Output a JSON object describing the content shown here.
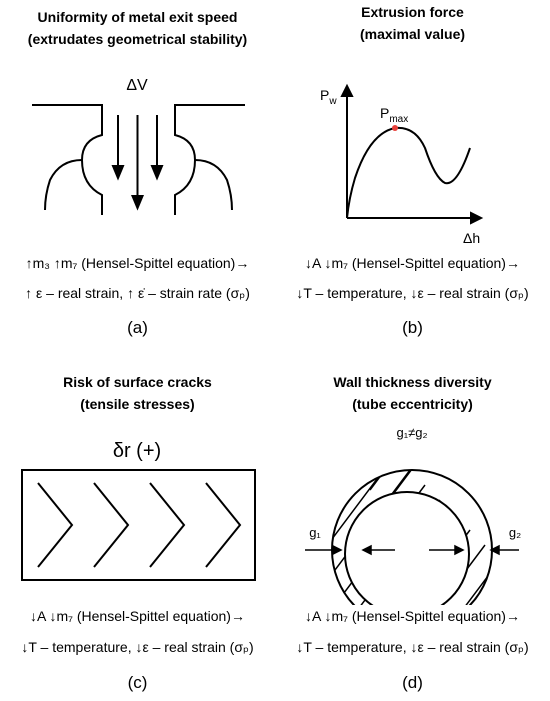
{
  "panels": {
    "a": {
      "title1": "Uniformity of metal exit speed",
      "title2": "(extrudates geometrical stability)",
      "symbol": "ΔV",
      "eq1": "↑m₃ ↑m₇ (Hensel-Spittel equation)→",
      "eq2": "↑ ε – real strain, ↑ ε̇ – strain rate (σₚ)",
      "label": "(a)"
    },
    "b": {
      "title1": "Extrusion force",
      "title2": "(maximal value)",
      "y_axis": "Pw",
      "y_axis_base": "P",
      "y_axis_sub": "w",
      "peak_base": "P",
      "peak_sub": "max",
      "x_axis": "Δh",
      "eq1": "↓A ↓m₇ (Hensel-Spittel equation)→",
      "eq2": "↓T – temperature, ↓ε – real strain (σₚ)",
      "label": "(b)",
      "peak_color": "#e8403a"
    },
    "c": {
      "title1": "Risk of surface cracks",
      "title2": "(tensile stresses)",
      "symbol": "δr (+)",
      "eq1": "↓A ↓m₇ (Hensel-Spittel equation)→",
      "eq2": "↓T – temperature, ↓ε – real strain (σₚ)",
      "label": "(c)"
    },
    "d": {
      "title1": "Wall thickness diversity",
      "title2": "(tube eccentricity)",
      "neq": "g₁≠g₂",
      "g1": "g₁",
      "g2": "g₂",
      "eq1": "↓A ↓m₇ (Hensel-Spittel equation)→",
      "eq2": "↓T – temperature, ↓ε – real strain (σₚ)",
      "label": "(d)"
    }
  }
}
